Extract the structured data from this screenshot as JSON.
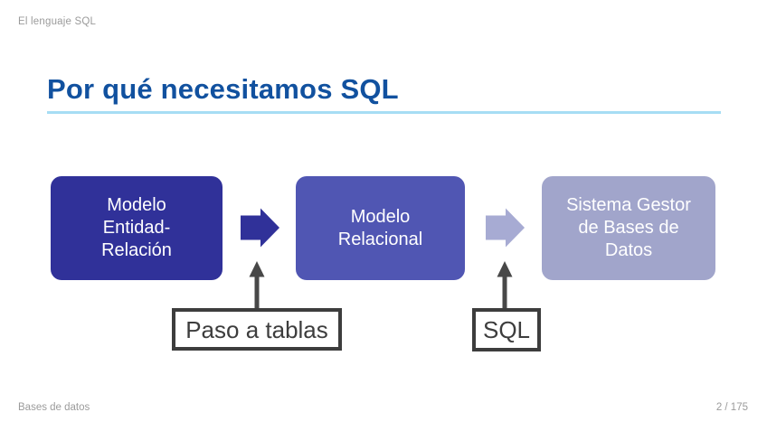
{
  "page": {
    "header": "El lenguaje SQL",
    "footer_left": "Bases de datos",
    "footer_right": "2 / 175"
  },
  "slide": {
    "title": "Por qué necesitamos SQL"
  },
  "diagram": {
    "boxes": [
      {
        "id": "modelo-entidad-relacion",
        "lines": [
          "Modelo",
          "Entidad-",
          "Relación"
        ],
        "fill": "#303199",
        "text_color": "#ffffff"
      },
      {
        "id": "modelo-relacional",
        "lines": [
          "Modelo",
          "Relacional"
        ],
        "fill": "#5056b3",
        "text_color": "#ffffff"
      },
      {
        "id": "sistema-gestor",
        "lines": [
          "Sistema Gestor",
          "de Bases de",
          "Datos"
        ],
        "fill": "#a1a5cb",
        "text_color": "#ffffff"
      }
    ],
    "flow_arrows": [
      {
        "id": "er-to-relacional",
        "fill": "#303199"
      },
      {
        "id": "relacional-to-sgbd",
        "fill": "#a7abd3"
      }
    ],
    "callouts": [
      {
        "label": "Paso a tablas",
        "points_to": "er-to-relacional"
      },
      {
        "label": "SQL",
        "points_to": "relacional-to-sgbd"
      }
    ],
    "callout_arrow_color": "#484848"
  },
  "colors": {
    "title": "#11519f",
    "title_rule": "#a6ddf4",
    "muted_text": "#9b9b9b",
    "callout_border": "#3d3d3d"
  }
}
